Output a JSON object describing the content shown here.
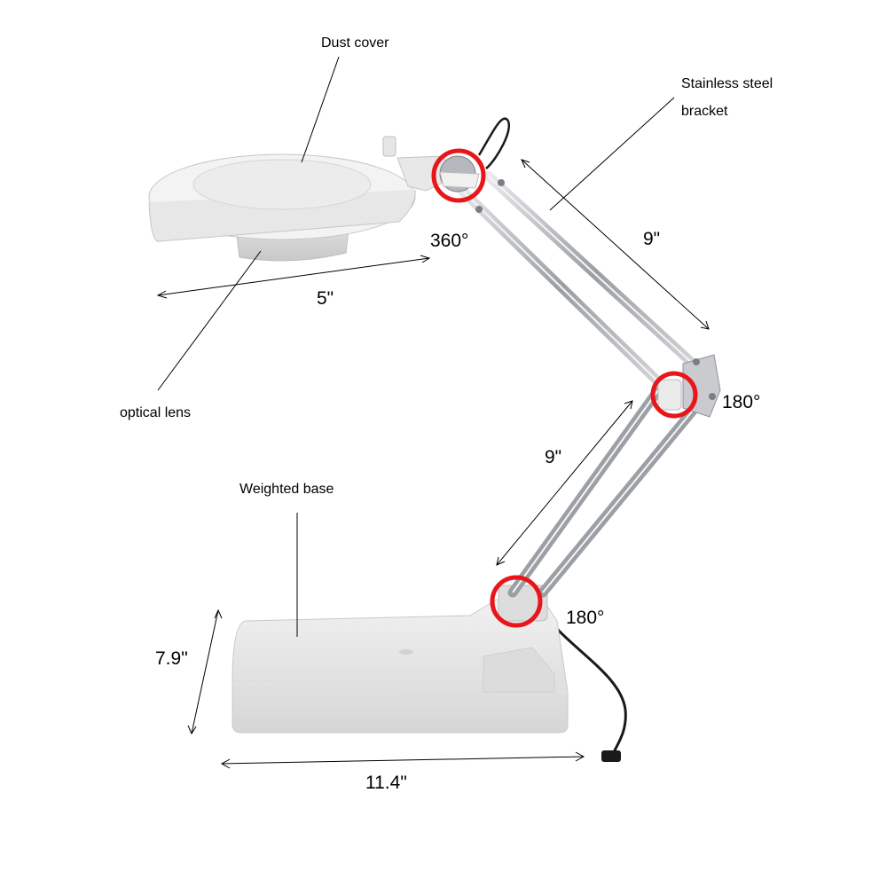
{
  "labels": {
    "dust_cover": "Dust cover",
    "bracket_line1": "Stainless steel",
    "bracket_line2": "bracket",
    "optical_lens": "optical lens",
    "weighted_base": "Weighted base"
  },
  "dimensions": {
    "lens_width": "5\"",
    "upper_arm": "9\"",
    "lower_arm": "9\"",
    "base_depth": "7.9\"",
    "base_width": "11.4\""
  },
  "rotations": {
    "head_joint": "360°",
    "elbow_joint": "180°",
    "base_joint": "180°"
  },
  "colors": {
    "joint_marker": "#e8161b",
    "plastic": "#ececec",
    "steel": "#b9bcc1",
    "cable": "#1a1a1a"
  }
}
